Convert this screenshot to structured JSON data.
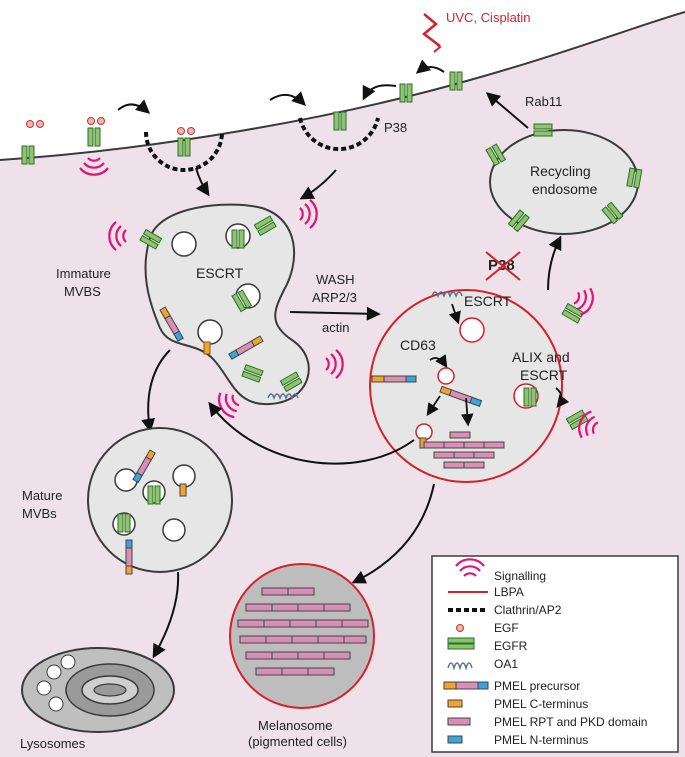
{
  "labels": {
    "uvc": "UVC, Cisplatin",
    "rab11": "Rab11",
    "p38_top": "P38",
    "recycling_1": "Recycling",
    "recycling_2": "endosome",
    "p38_blocked": "P38",
    "immature_1": "Immature",
    "immature_2": "MVBS",
    "escrt_immature": "ESCRT",
    "wash_1": "WASH",
    "wash_2": "ARP2/3",
    "wash_3": "actin",
    "escrt_melano": "ESCRT",
    "cd63": "CD63",
    "alix_1": "ALIX and",
    "alix_2": "ESCRT",
    "mature_1": "Mature",
    "mature_2": "MVBs",
    "lysosomes": "Lysosomes",
    "melanosome_1": "Melanosome",
    "melanosome_2": "(pigmented cells)"
  },
  "legend": [
    {
      "icon": "signalling-icon",
      "label": "Signalling"
    },
    {
      "icon": "lbpa-icon",
      "label": "LBPA"
    },
    {
      "icon": "clathrin-icon",
      "label": "Clathrin/AP2"
    },
    {
      "icon": "egf-icon",
      "label": "EGF"
    },
    {
      "icon": "egfr-icon",
      "label": "EGFR"
    },
    {
      "icon": "oa1-icon",
      "label": "OA1"
    },
    {
      "icon": "pmel-precursor-icon",
      "label": "PMEL precursor"
    },
    {
      "icon": "pmel-c-icon",
      "label": "PMEL C-terminus"
    },
    {
      "icon": "pmel-rpt-icon",
      "label": "PMEL RPT and PKD domain"
    },
    {
      "icon": "pmel-n-icon",
      "label": "PMEL N-terminus"
    }
  ],
  "colors": {
    "cytoplasm": "#efe1ea",
    "vesicle": "#e6e6e6",
    "egfr": "#8dc56a",
    "egfr_stroke": "#2e6b2e",
    "signal": "#e2127a",
    "lbpa": "#d6202a",
    "pmel_c": "#f2a32e",
    "pmel_rpt": "#d98fb3",
    "pmel_n": "#3aa5dc"
  }
}
